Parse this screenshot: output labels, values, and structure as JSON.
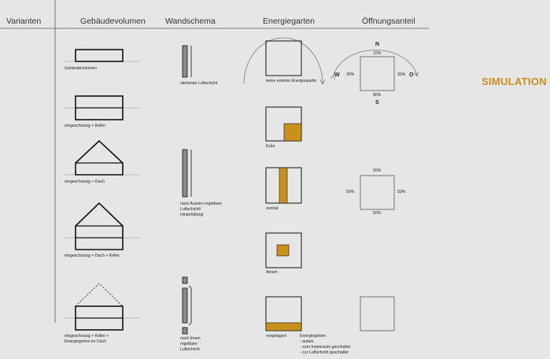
{
  "headers": {
    "varianten": "Varianten",
    "gebaeudevolumen": "Gebäudevolumen",
    "wandschema": "Wandschema",
    "energiegarten": "Energiegarten",
    "oeffnungsanteil": "Öffnungsanteil"
  },
  "gebaeude_labels": [
    "Gebäudevolumen",
    "eingeschossig + Keller",
    "eingeschossig + Dach",
    "eingeschossig + Dach + Keller",
    "eingeschossig + Keller +",
    "Energiegarten im Dach"
  ],
  "wand_labels": {
    "stehend": "stehende Luftschicht",
    "aussen_1": "nach Aussen regelbare",
    "aussen_2": "Luftschicht/",
    "aussen_3": "Hinterlüftung",
    "innen_1": "nach Innen",
    "innen_2": "regelbare",
    "innen_3": "Luftschicht"
  },
  "energie_labels": {
    "keine": "keine externe Energiequelle",
    "ecke": "Ecke",
    "zentral": "zentral",
    "atrium": "Atrium",
    "vorgelagert": "vorgelagert"
  },
  "energie_notes": {
    "title": "Energiegärten:",
    "n1": "- autark",
    "n2": "- zum Innenraum geschaltet",
    "n3": "- zur Luftschicht geschaltet"
  },
  "oeffnung": {
    "n": "N",
    "s": "S",
    "w": "W",
    "o": "O",
    "top1": "10%",
    "left1": "30%",
    "right1": "30%",
    "bottom1": "80%",
    "top2": "50%",
    "left2": "50%",
    "right2": "50%",
    "bottom2": "50%"
  },
  "simulation": "SIMULATION",
  "colors": {
    "accent": "#c8901c",
    "background": "#e6e6e6",
    "wall_fill": "#8c8c8c"
  }
}
